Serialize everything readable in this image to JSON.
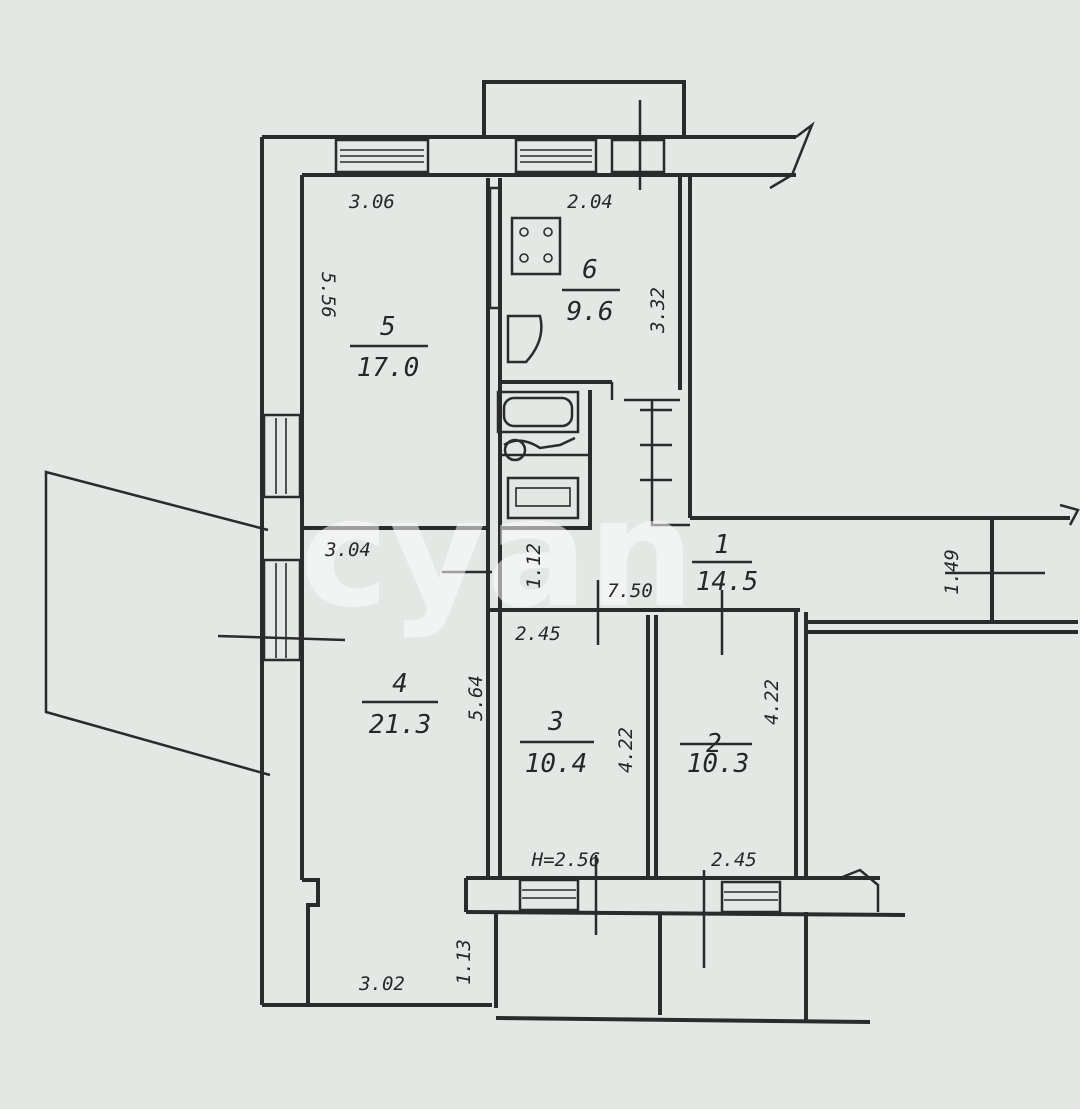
{
  "plan": {
    "rooms": [
      {
        "number": "1",
        "area": "14.5"
      },
      {
        "number": "2",
        "area": "10.3"
      },
      {
        "number": "3",
        "area": "10.4"
      },
      {
        "number": "4",
        "area": "21.3"
      },
      {
        "number": "5",
        "area": "17.0"
      },
      {
        "number": "6",
        "area": "9.6"
      }
    ],
    "dimensions": {
      "room5_top": "3.06",
      "room5_left": "5.56",
      "room6_top": "2.04",
      "room6_right": "3.32",
      "room4_top": "3.04",
      "room4_right": "5.64",
      "room4_bottom": "3.02",
      "room4_corner": "1.13",
      "corridor_width": "1.12",
      "corridor_length": "7.50",
      "corridor_end": "1.49",
      "room3_top": "2.45",
      "room3_right": "4.22",
      "room3_bottom": "H=2.56",
      "room2_right": "4.22",
      "room2_bottom": "2.45"
    },
    "watermark": "cyan"
  }
}
